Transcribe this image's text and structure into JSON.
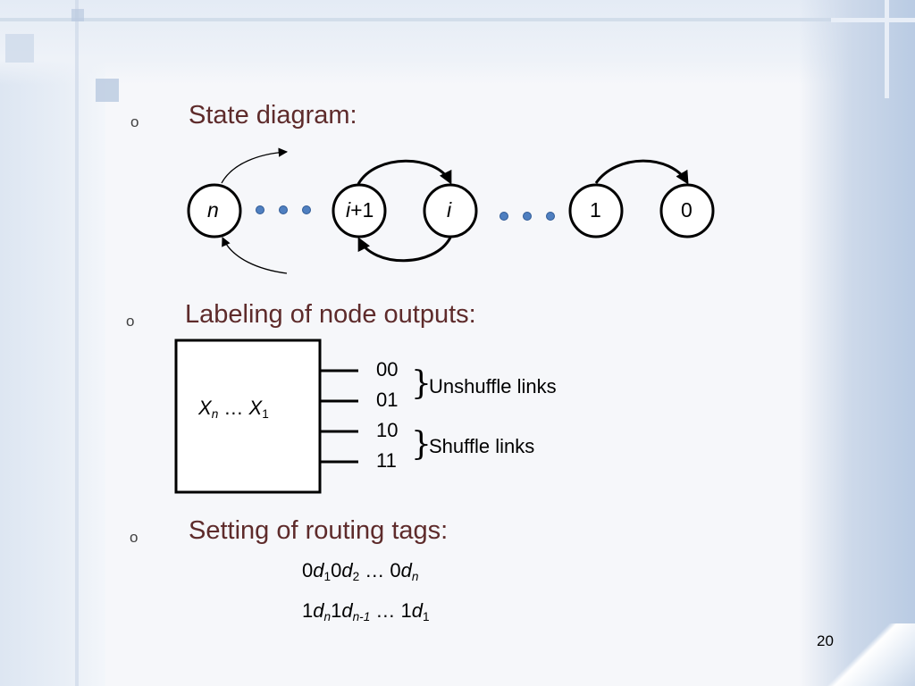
{
  "bullets": {
    "marker": "o",
    "state_diagram": "State diagram:",
    "labeling": "Labeling of node outputs:",
    "routing": "Setting of routing tags:"
  },
  "state_diagram": {
    "nodes": {
      "n": "n",
      "i_plus_1_var": "i",
      "i_plus_1_suffix": "+1",
      "i": "i",
      "one": "1",
      "zero": "0"
    }
  },
  "node_outputs": {
    "box_label": {
      "x1": "X",
      "sub_n": "n",
      "ellipsis": " … ",
      "x2": "X",
      "sub_1": "1"
    },
    "outputs": [
      "00",
      "01",
      "10",
      "11"
    ],
    "groups": {
      "unshuffle": "Unshuffle links",
      "shuffle": "Shuffle links"
    }
  },
  "routing_tags": {
    "line1": {
      "p1": "0",
      "d1": "d",
      "s1": "1",
      "p2": "0",
      "d2": "d",
      "s2": "2",
      "p3": " … 0",
      "d3": "d",
      "s3": "n"
    },
    "line2": {
      "p1": "1",
      "d1": "d",
      "s1": "n",
      "p2": "1",
      "d2": "d",
      "s2": "n-1",
      "p3": " … 1",
      "d3": "d",
      "s3": "1"
    }
  },
  "page_number": "20",
  "colors": {
    "heading": "#5e2b2b",
    "dots": "#4f7fc0",
    "background": "#f6f7fa"
  }
}
